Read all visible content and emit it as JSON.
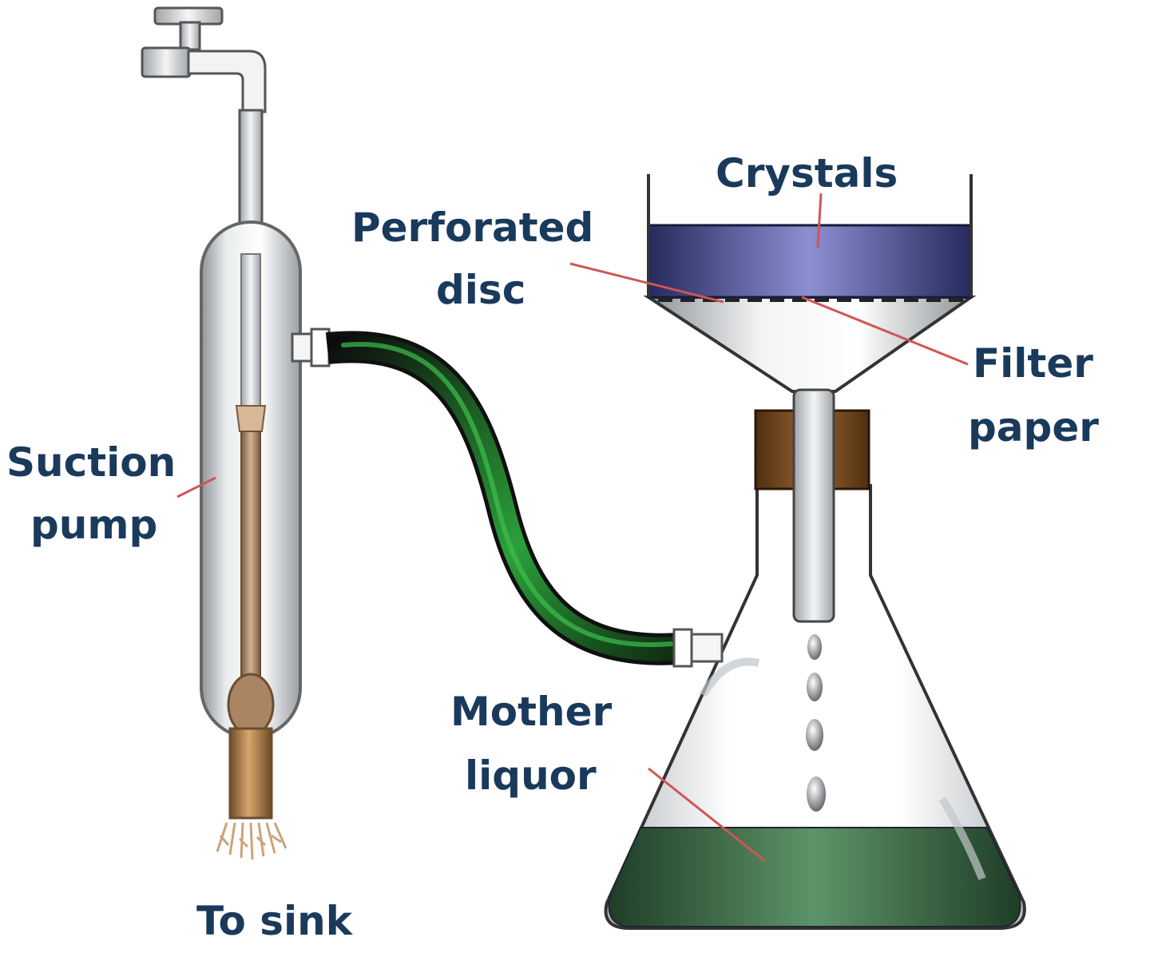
{
  "labels": {
    "crystals": "Crystals",
    "perforated_disc_1": "Perforated",
    "perforated_disc_2": "disc",
    "filter_paper_1": "Filter",
    "filter_paper_2": "paper",
    "suction_pump_1": "Suction",
    "suction_pump_2": "pump",
    "mother_liquor_1": "Mother",
    "mother_liquor_2": "liquor",
    "to_sink": "To sink"
  },
  "colors": {
    "label_text": "#1a3a5c",
    "leader_line": "#d05555",
    "tubing": "#1f8a2a",
    "mother_liquor": "#3f7a4c",
    "crystals": "#3c3c86",
    "stopper": "#7a4a1c",
    "glass": "#cfd3d6"
  }
}
